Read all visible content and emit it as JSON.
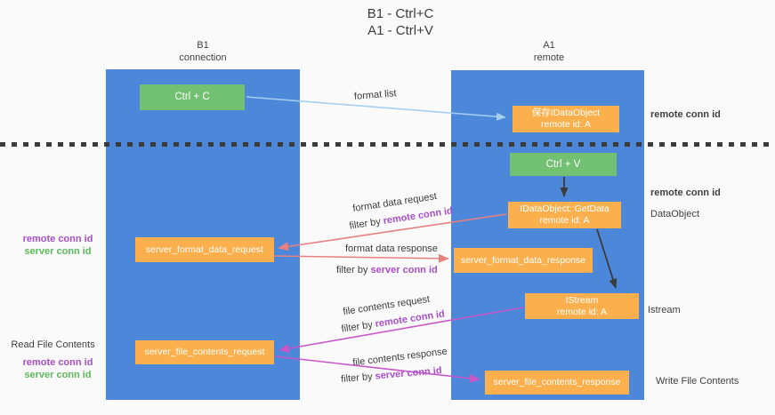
{
  "title": {
    "line1": "B1 - Ctrl+C",
    "line2": "A1 - Ctrl+V"
  },
  "lanes": {
    "b1": {
      "name": "B1",
      "role": "connection"
    },
    "a1": {
      "name": "A1",
      "role": "remote"
    }
  },
  "nodes": {
    "ctrl_c": {
      "label": "Ctrl + C"
    },
    "save_dataobject": {
      "line1": "保存IDataObject",
      "line2": "remote id: A"
    },
    "ctrl_v": {
      "label": "Ctrl + V"
    },
    "getdata": {
      "line1": "IDataObject::GetData",
      "line2": "remote id: A"
    },
    "server_format_data_request": {
      "label": "server_format_data_request"
    },
    "server_format_data_response": {
      "label": "server_format_data_response"
    },
    "istream": {
      "line1": "IStream",
      "line2": "remote id: A"
    },
    "server_file_contents_request": {
      "label": "server_file_contents_request"
    },
    "server_file_contents_response": {
      "label": "server_file_contents_response"
    }
  },
  "edges": {
    "format_list": {
      "label": "format list"
    },
    "format_data_request": {
      "label": "format data request",
      "filter_prefix": "filter by",
      "filter_key": "remote conn id"
    },
    "format_data_response": {
      "label": "format data response",
      "filter_prefix": "filter by",
      "filter_key": "server conn id"
    },
    "file_contents_request": {
      "label": "file contents request",
      "filter_prefix": "filter by",
      "filter_key": "remote conn id"
    },
    "file_contents_response": {
      "label": "file contents response",
      "filter_prefix": "filter by",
      "filter_key": "server conn id"
    }
  },
  "annotations": {
    "left_format_remote": "remote conn id",
    "left_format_server": "server conn id",
    "read_file_contents": "Read File Contents",
    "left_file_remote": "remote conn id",
    "left_file_server": "server conn id",
    "right_top_remote": "remote conn id",
    "right_mid_remote": "remote conn id",
    "dataobject": "DataObject",
    "istream": "Istream",
    "write_file_contents": "Write File Contents"
  },
  "colors": {
    "background": "#fafafa",
    "lane_blue": "#4c87d9",
    "node_orange": "#fbb04d",
    "node_green": "#72c072",
    "arrow_salmon": "#e88080",
    "arrow_magenta": "#c857c8",
    "arrow_lightblue": "#a5cff0",
    "arrow_black": "#3b3b3b",
    "label_purple": "#a84fc8",
    "label_green": "#5cb85c"
  }
}
